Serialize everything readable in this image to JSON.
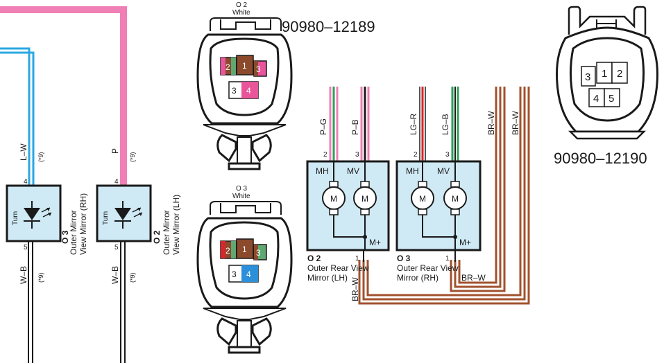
{
  "connectors": {
    "o2": {
      "name": "O 2",
      "color": "White"
    },
    "o3": {
      "name": "O 3",
      "color": "White"
    },
    "part_o2_o3": "90980–12189",
    "part_right": "90980–12190",
    "pins_right": [
      "1",
      "2",
      "3",
      "4",
      "5"
    ],
    "o2_cells": [
      "2",
      "1",
      "3",
      "4",
      "3"
    ],
    "o3_cells": [
      "2",
      "1",
      "3",
      "4",
      "3"
    ]
  },
  "left_wiring": {
    "wires": {
      "lw": "L–W",
      "p": "P",
      "wb": "W–B",
      "note": "(*9)"
    },
    "pins": {
      "top": "4",
      "bottom": "5"
    },
    "component_label": "Turn",
    "o3": {
      "code": "O 3",
      "line1": "Outer Mirror",
      "line2": "View Mirror (RH)"
    },
    "o2": {
      "code": "O 2",
      "line1": "Outer Mirror",
      "line2": "View Mirror (LH)"
    }
  },
  "motors": {
    "lh": {
      "code": "O 2",
      "line1": "Outer Rear View",
      "line2": "Mirror (LH)",
      "wire_left": "P–G",
      "wire_right": "P–B",
      "pin_left": "2",
      "pin_right": "3",
      "pin_bottom": "1"
    },
    "rh": {
      "code": "O 3",
      "line1": "Outer Rear View",
      "line2": "Mirror (RH)",
      "wire_left": "LG–R",
      "wire_right": "LG–B",
      "pin_left": "2",
      "pin_right": "3",
      "pin_bottom": "1"
    },
    "labels": {
      "mh": "MH",
      "mv": "MV",
      "m": "M",
      "mplus": "M+"
    },
    "br_w": "BR–W"
  },
  "colors": {
    "light_blue": "#29a8e0",
    "pink": "#f07fb5",
    "brown": "#a0522d",
    "green": "#2e9e58",
    "red": "#d9262c",
    "component_fill": "#cfe9f5",
    "cell_brown": "#8b4a2b",
    "cell_pink": "#e8559a",
    "cell_green": "#5fa873",
    "cell_blue": "#2b90d9"
  }
}
